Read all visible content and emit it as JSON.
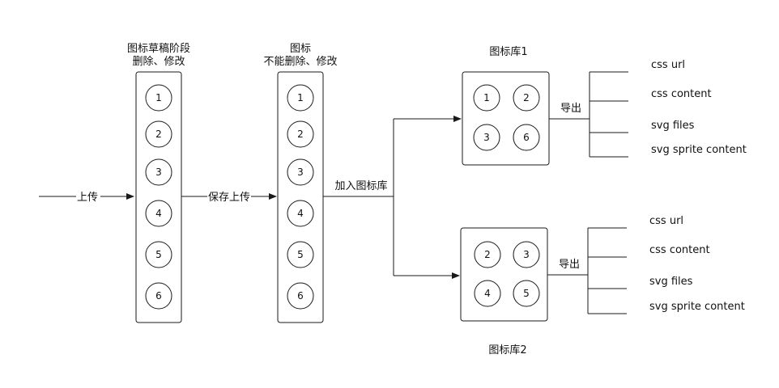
{
  "colors": {
    "stroke": "#1a1a1a",
    "background": "#ffffff",
    "text": "#111111"
  },
  "labels": {
    "col1_title_line1": "图标草稿阶段",
    "col1_title_line2": "删除、修改",
    "col2_title_line1": "图标",
    "col2_title_line2": "不能删除、修改",
    "upload": "上传",
    "save_upload": "保存上传",
    "add_to_library": "加入图标库",
    "library1_title": "图标库1",
    "library2_title": "图标库2",
    "export1": "导出",
    "export2": "导出"
  },
  "col1_items": [
    "1",
    "2",
    "3",
    "4",
    "5",
    "6"
  ],
  "col2_items": [
    "1",
    "2",
    "3",
    "4",
    "5",
    "6"
  ],
  "library1_items": [
    "1",
    "2",
    "3",
    "6"
  ],
  "library2_items": [
    "2",
    "3",
    "4",
    "5"
  ],
  "export1_outputs": [
    "css url",
    "css content",
    "svg files",
    "svg sprite content"
  ],
  "export2_outputs": [
    "css url",
    "css content",
    "svg files",
    "svg sprite content"
  ]
}
